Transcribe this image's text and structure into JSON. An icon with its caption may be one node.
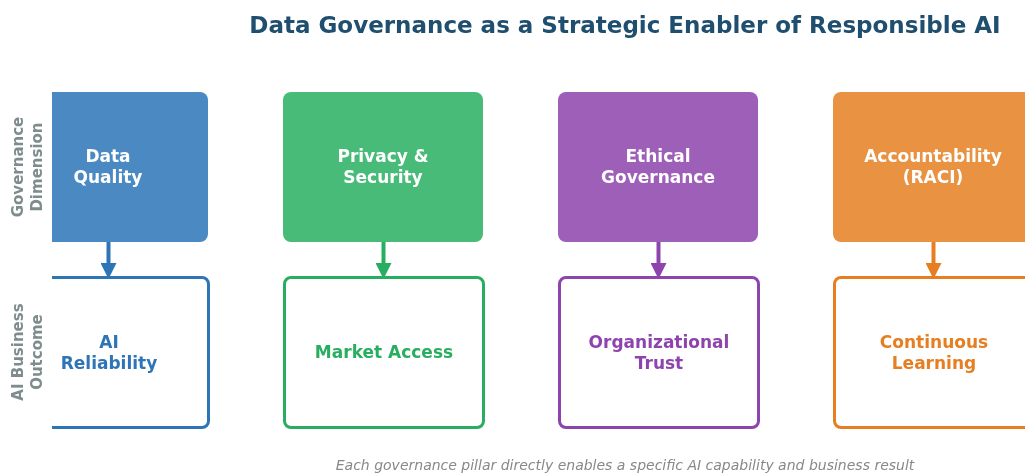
{
  "diagram": {
    "title": "Data Governance as a Strategic Enabler of Responsible AI",
    "caption": "Each governance pillar directly enables a specific AI capability and business result",
    "nodes": [
      {
        "text": [
          "Data Quality"
        ]
      },
      {
        "text": [
          "Privacy & Security"
        ]
      },
      {
        "text": [
          "Ethical Governance"
        ]
      },
      {
        "text": [
          "Accountability (RACI)"
        ]
      },
      {
        "text": [
          "AI Reliability"
        ]
      },
      {
        "text": [
          "Market Access"
        ]
      },
      {
        "text": [
          "Organizational Trust"
        ]
      },
      {
        "text": [
          "Continuous Learning"
        ]
      }
    ],
    "edges": [
      {
        "from": 0,
        "to": 4,
        "arrow": "to",
        "color": "#2e75b6"
      },
      {
        "from": 1,
        "to": 5,
        "arrow": "to",
        "color": "#27ae60"
      },
      {
        "from": 2,
        "to": 6,
        "arrow": "to",
        "color": "#8e44ad"
      },
      {
        "from": 3,
        "to": 7,
        "arrow": "to",
        "color": "#e67e22"
      }
    ],
    "labels": [
      "Governance Dimension",
      "AI Business Outcome"
    ]
  }
}
